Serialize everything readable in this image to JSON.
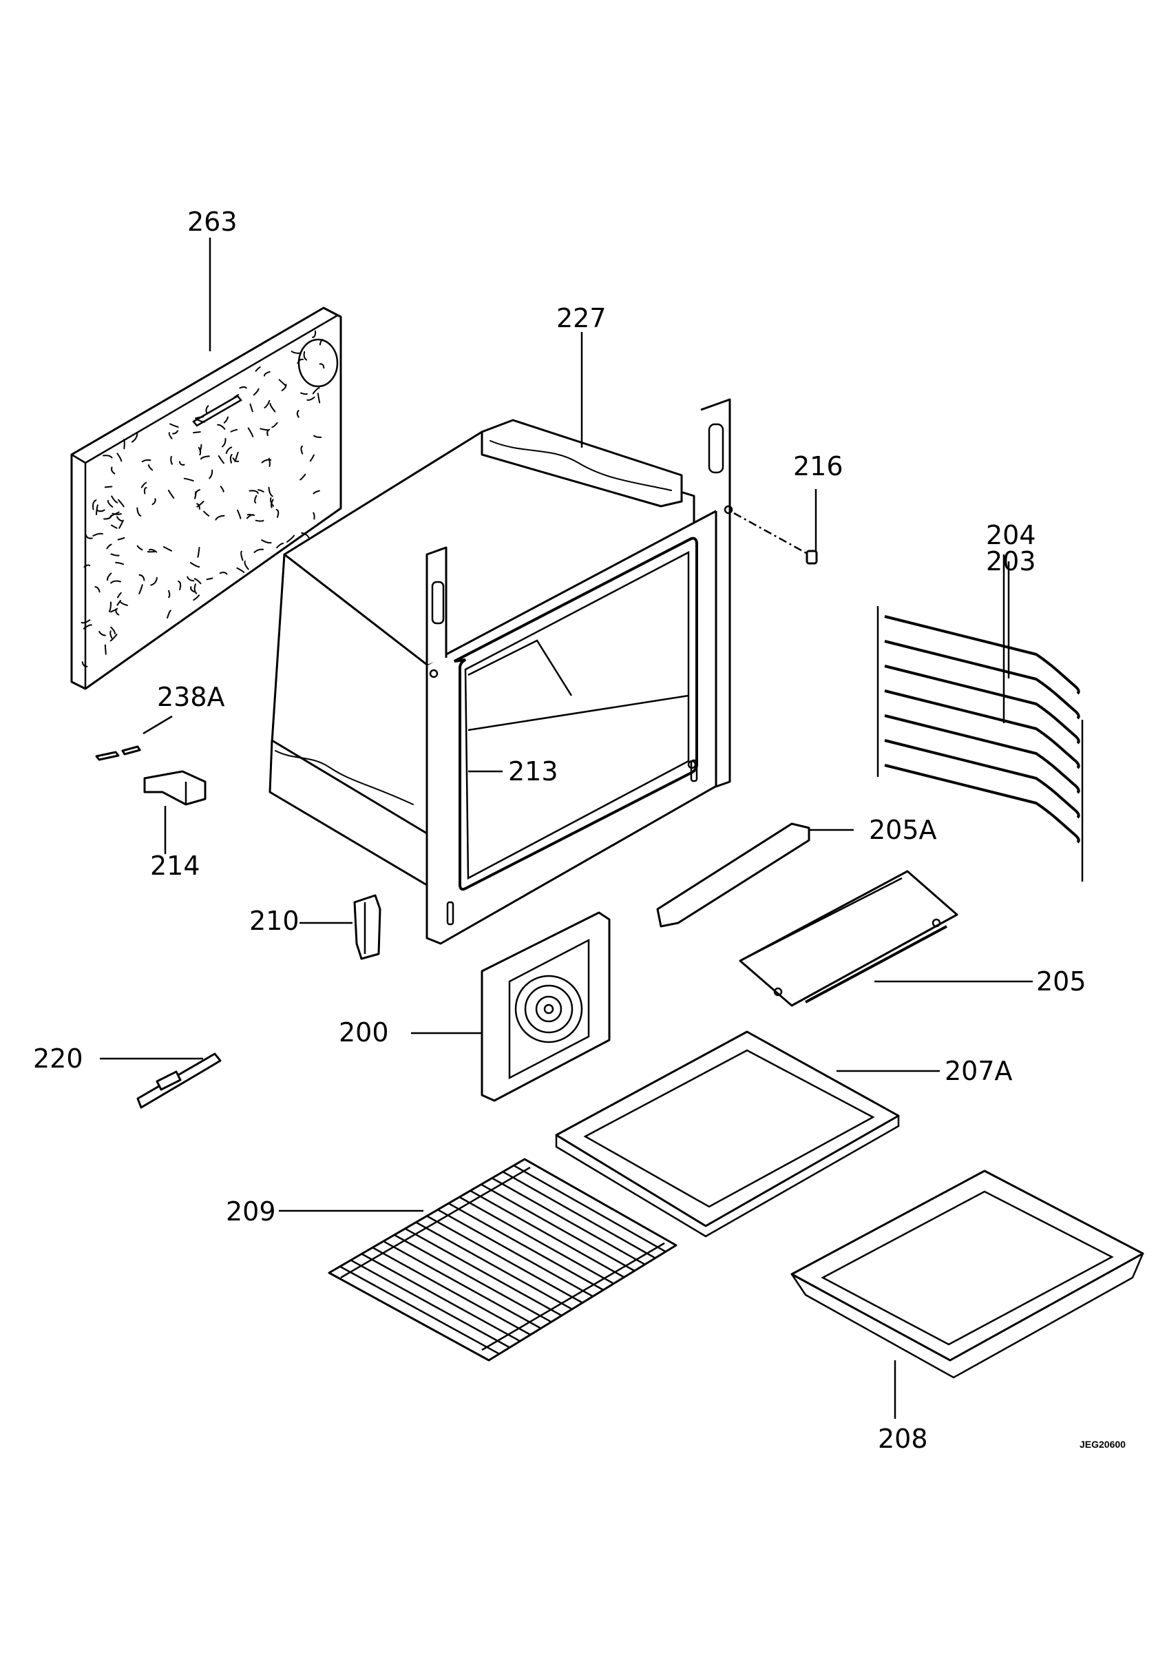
{
  "diagram": {
    "drawing_code": "JEG20600",
    "labels": {
      "p263": "263",
      "p227": "227",
      "p216": "216",
      "p204": "204",
      "p203": "203",
      "p238a": "238A",
      "p213": "213",
      "p214": "214",
      "p205a": "205A",
      "p210": "210",
      "p205": "205",
      "p200": "200",
      "p220": "220",
      "p207a": "207A",
      "p209": "209",
      "p208": "208"
    }
  }
}
